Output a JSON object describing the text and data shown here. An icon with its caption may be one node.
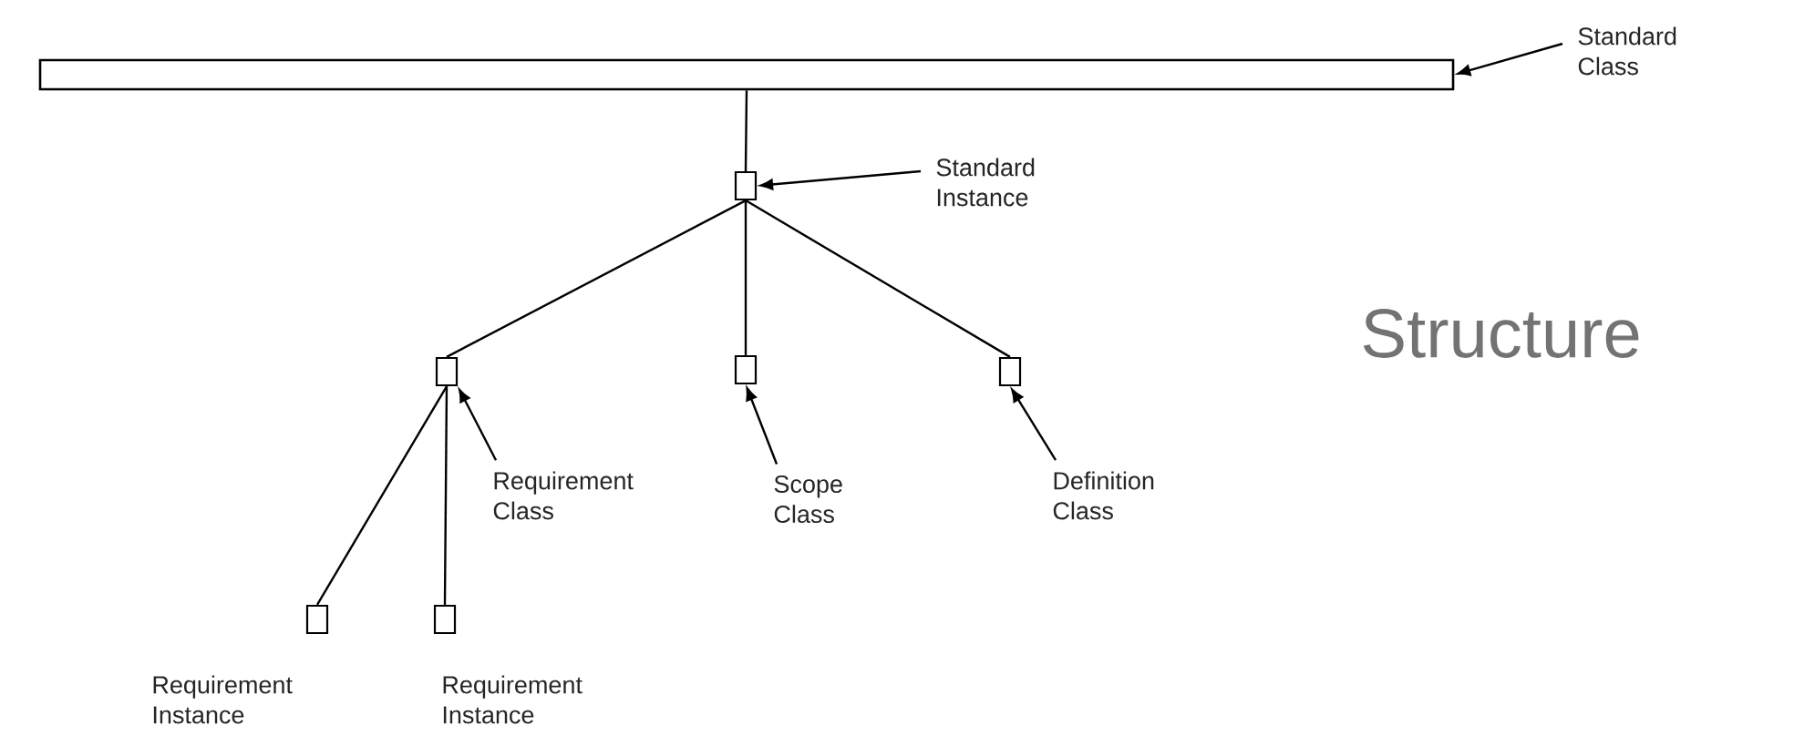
{
  "diagram": {
    "title": "Structure",
    "nodes": [
      {
        "text": [],
        "shape": "bar"
      },
      {
        "text": [],
        "shape": "box"
      },
      {
        "text": [],
        "shape": "box"
      },
      {
        "text": [],
        "shape": "box"
      },
      {
        "text": [],
        "shape": "box"
      },
      {
        "text": [],
        "shape": "box",
        "beside": [
          "Requirement Instance"
        ]
      },
      {
        "text": [],
        "shape": "box",
        "beside": [
          "Requirement Instance"
        ]
      },
      {
        "text": [
          "Standard Class"
        ]
      },
      {
        "text": [
          "Standard Instance"
        ]
      },
      {
        "text": [
          "Requirement Class"
        ]
      },
      {
        "text": [
          "Scope Class"
        ]
      },
      {
        "text": [
          "Definition Class"
        ]
      }
    ],
    "edges": [
      {
        "from": 0,
        "to": 1,
        "arrow": "none"
      },
      {
        "from": 1,
        "to": 2,
        "arrow": "none"
      },
      {
        "from": 1,
        "to": 3,
        "arrow": "none"
      },
      {
        "from": 1,
        "to": 4,
        "arrow": "none"
      },
      {
        "from": 2,
        "to": 5,
        "arrow": "none"
      },
      {
        "from": 2,
        "to": 6,
        "arrow": "none"
      },
      {
        "from": 7,
        "to": 0,
        "arrow": "to"
      },
      {
        "from": 8,
        "to": 1,
        "arrow": "to"
      },
      {
        "from": 9,
        "to": 2,
        "arrow": "to"
      },
      {
        "from": 10,
        "to": 3,
        "arrow": "to"
      },
      {
        "from": 11,
        "to": 4,
        "arrow": "to"
      }
    ]
  }
}
